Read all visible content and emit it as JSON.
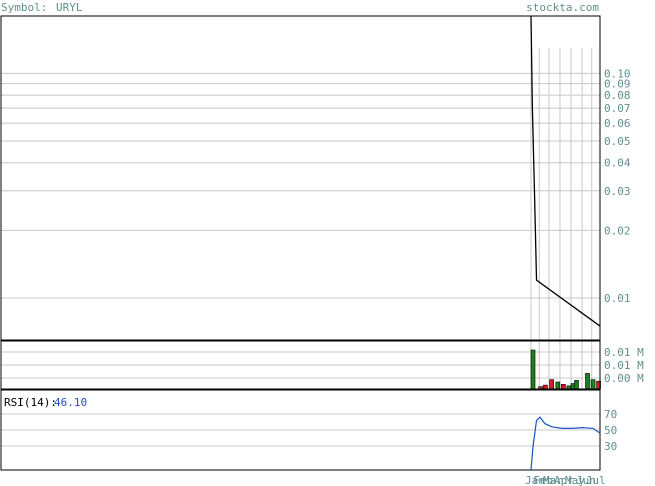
{
  "header": {
    "symbol_label": "Symbol:",
    "symbol": "URYL",
    "site": "stockta.com"
  },
  "colors": {
    "label": "#5f8f8f",
    "frame": "#000000",
    "grid": "#c8c8c8",
    "price_line": "#000000",
    "volume_up": "#1f7f1f",
    "volume_down": "#cc1f1f",
    "rsi_line": "#1e50c8",
    "rsi_value": "#1e50c8"
  },
  "chart_data": [
    {
      "type": "line",
      "panel": "price",
      "yscale": "log",
      "ylim": [
        0.0065,
        0.18
      ],
      "yticks": [
        0.1,
        0.09,
        0.08,
        0.07,
        0.06,
        0.05,
        0.04,
        0.03,
        0.02,
        0.01
      ],
      "yticklabels": [
        "0.10",
        "0.09",
        "0.08",
        "0.07",
        "0.06",
        "0.05",
        "0.04",
        "0.03",
        "0.02",
        "0.01"
      ],
      "series": [
        {
          "values": [
            {
              "t": 0.0,
              "v": 0.18
            },
            {
              "t": 0.02,
              "v": 0.07
            },
            {
              "t": 0.05,
              "v": 0.03
            },
            {
              "t": 0.08,
              "v": 0.012
            },
            {
              "t": 1.0,
              "v": 0.0075
            }
          ]
        }
      ]
    },
    {
      "type": "bar",
      "panel": "volume",
      "yticklabels": [
        "0.01 M",
        "0.01 M",
        "0.00 M"
      ],
      "bars": [
        {
          "t": 0.0,
          "v": 1.0,
          "dir": "up"
        },
        {
          "t": 0.11,
          "v": 0.06,
          "dir": "down"
        },
        {
          "t": 0.18,
          "v": 0.1,
          "dir": "down"
        },
        {
          "t": 0.27,
          "v": 0.24,
          "dir": "down"
        },
        {
          "t": 0.36,
          "v": 0.18,
          "dir": "up"
        },
        {
          "t": 0.44,
          "v": 0.12,
          "dir": "down"
        },
        {
          "t": 0.52,
          "v": 0.08,
          "dir": "up"
        },
        {
          "t": 0.58,
          "v": 0.14,
          "dir": "up"
        },
        {
          "t": 0.63,
          "v": 0.22,
          "dir": "up"
        },
        {
          "t": 0.79,
          "v": 0.4,
          "dir": "up"
        },
        {
          "t": 0.87,
          "v": 0.24,
          "dir": "up"
        },
        {
          "t": 0.95,
          "v": 0.2,
          "dir": "down"
        }
      ]
    },
    {
      "type": "line",
      "panel": "rsi",
      "title_label": "RSI(14):",
      "title_value": "46.10",
      "ylim": [
        0,
        100
      ],
      "yticks": [
        70,
        50,
        30
      ],
      "yticklabels": [
        "70",
        "50",
        "30"
      ],
      "series": [
        {
          "values": [
            {
              "t": 0.0,
              "v": 0
            },
            {
              "t": 0.03,
              "v": 30
            },
            {
              "t": 0.08,
              "v": 62
            },
            {
              "t": 0.13,
              "v": 66
            },
            {
              "t": 0.2,
              "v": 58
            },
            {
              "t": 0.3,
              "v": 54
            },
            {
              "t": 0.45,
              "v": 52
            },
            {
              "t": 0.6,
              "v": 52
            },
            {
              "t": 0.75,
              "v": 53
            },
            {
              "t": 0.9,
              "v": 52
            },
            {
              "t": 1.0,
              "v": 46.1
            }
          ]
        }
      ]
    },
    {
      "type": "axis",
      "panel": "dates",
      "labels": [
        {
          "t": 0.0,
          "text": "Jan"
        },
        {
          "t": 0.12,
          "text": "Feb"
        },
        {
          "t": 0.26,
          "text": "Mar"
        },
        {
          "t": 0.42,
          "text": "Apr"
        },
        {
          "t": 0.58,
          "text": "May"
        },
        {
          "t": 0.74,
          "text": "Jun"
        },
        {
          "t": 0.88,
          "text": "Jul"
        }
      ]
    }
  ]
}
